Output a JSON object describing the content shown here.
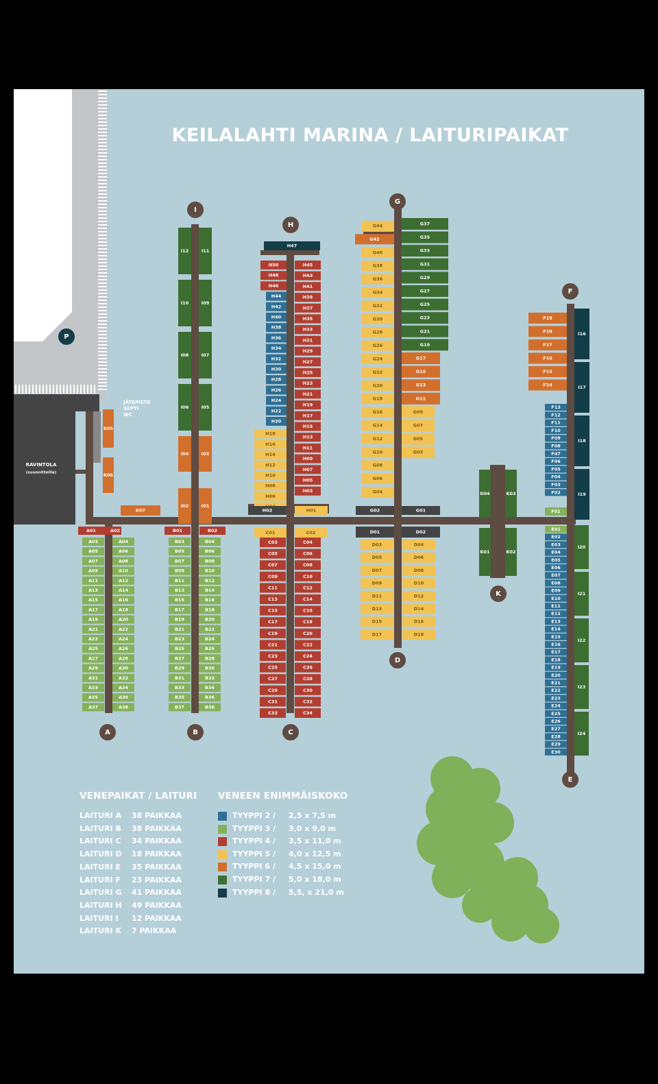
{
  "title": "KEILALAHTI MARINA / LAITURIPAIKAT",
  "colors": {
    "water": "#b5cfd9",
    "land": "#c3c6c8",
    "building": "#444444",
    "pier": "#5e4b41",
    "marker": "#5e4b41",
    "type2": "#2f6f94",
    "type3": "#86b15a",
    "type4": "#b13e30",
    "type5": "#f2c252",
    "type6": "#d36f2d",
    "type7": "#3c6e31",
    "type8": "#133d48",
    "tree": "#7fb05a"
  },
  "facilities": {
    "restaurant": "RAVINTOLA",
    "restaurant_note": "(suunnitteilla)",
    "services": [
      "JÄTEPISTE",
      "SEPTI",
      "WC"
    ],
    "parking": "P"
  },
  "pier_markers": [
    "A",
    "B",
    "C",
    "D",
    "E",
    "F",
    "G",
    "H",
    "I",
    "K"
  ],
  "legend": {
    "capacity_title": "VENEPAIKAT / LAITURI",
    "capacity": [
      {
        "pier": "LAITURI A",
        "count": "38 PAIKKAA"
      },
      {
        "pier": "LAITURI B",
        "count": "38 PAIKKAA"
      },
      {
        "pier": "LAITURI C",
        "count": "34 PAIKKAA"
      },
      {
        "pier": "LAITURI D",
        "count": "18 PAIKKAA"
      },
      {
        "pier": "LAITURI E",
        "count": "35 PAIKKAA"
      },
      {
        "pier": "LAITURI F",
        "count": "23 PAIKKAA"
      },
      {
        "pier": "LAITURI G",
        "count": "41 PAIKKAA"
      },
      {
        "pier": "LAITURI H",
        "count": "49 PAIKKAA"
      },
      {
        "pier": "LAITURI I",
        "count": "12 PAIKKAA"
      },
      {
        "pier": "LAITURI K",
        "count": "7 PAIKKAA"
      }
    ],
    "types_title": "VENEEN ENIMMÄISKOKO",
    "types": [
      {
        "name": "TYYPPI 2",
        "dims": "2,5 x 7,5 m",
        "color": "#2f6f94"
      },
      {
        "name": "TYYPPI 3",
        "dims": "3,0 x 9,0 m",
        "color": "#86b15a"
      },
      {
        "name": "TYYPPI 4",
        "dims": "3,5 x 11,0 m",
        "color": "#b13e30"
      },
      {
        "name": "TYYPPI 5",
        "dims": "4,0 x 12,5 m",
        "color": "#f2c252"
      },
      {
        "name": "TYYPPI 6",
        "dims": "4,5 x 15,0 m",
        "color": "#d36f2d"
      },
      {
        "name": "TYYPPI 7",
        "dims": "5,0 x 18,0 m",
        "color": "#3c6e31"
      },
      {
        "name": "TYYPPI 8",
        "dims": "5,5, x 21,0 m",
        "color": "#133d48"
      }
    ]
  },
  "berths": {
    "A_left": [
      "A03",
      "A05",
      "A07",
      "A09",
      "A11",
      "A13",
      "A15",
      "A17",
      "A19",
      "A21",
      "A23",
      "A25",
      "A27",
      "A29",
      "A31",
      "A33",
      "A35",
      "A37"
    ],
    "A_right": [
      "A04",
      "A06",
      "A08",
      "A10",
      "A12",
      "A14",
      "A16",
      "A18",
      "A20",
      "A22",
      "A24",
      "A26",
      "A28",
      "A30",
      "A32",
      "A34",
      "A36",
      "A38"
    ],
    "B_left": [
      "B03",
      "B05",
      "B07",
      "B09",
      "B11",
      "B13",
      "B15",
      "B17",
      "B19",
      "B21",
      "B23",
      "B25",
      "B27",
      "B29",
      "B31",
      "B33",
      "B35",
      "B37"
    ],
    "B_right": [
      "B04",
      "B06",
      "B08",
      "B10",
      "B12",
      "B14",
      "B16",
      "B18",
      "B20",
      "B22",
      "B24",
      "B26",
      "B28",
      "B30",
      "B32",
      "B34",
      "B36",
      "B38"
    ],
    "C_left": [
      "C03",
      "C05",
      "C07",
      "C09",
      "C11",
      "C13",
      "C15",
      "C17",
      "C19",
      "C21",
      "C23",
      "C25",
      "C27",
      "C29",
      "C31",
      "C33"
    ],
    "C_right": [
      "C04",
      "C06",
      "C08",
      "C10",
      "C12",
      "C14",
      "C16",
      "C18",
      "C20",
      "C22",
      "C24",
      "C26",
      "C28",
      "C30",
      "C32",
      "C34"
    ],
    "D_left": [
      "D03",
      "D05",
      "D07",
      "D09",
      "D11",
      "D13",
      "D15",
      "D17"
    ],
    "D_right": [
      "D04",
      "D06",
      "D08",
      "D10",
      "D12",
      "D14",
      "D16",
      "D18"
    ],
    "E": [
      "E01",
      "E02",
      "E03",
      "E04",
      "E05",
      "E06",
      "E07",
      "E08",
      "E09",
      "E10",
      "E11",
      "E12",
      "E13",
      "E14",
      "E15",
      "E16",
      "E17",
      "E18",
      "E19",
      "E20",
      "E21",
      "E22",
      "E23",
      "E24",
      "E25",
      "E26",
      "E27",
      "E28",
      "E29",
      "E30"
    ],
    "I_lower": [
      "I20",
      "I21",
      "I22",
      "I23",
      "I24"
    ],
    "F_left_lower": [
      "F13",
      "F12",
      "F11",
      "F10",
      "F09",
      "F08",
      "F07",
      "F06",
      "F05",
      "F04",
      "F03",
      "F02"
    ],
    "F_left_upper": [
      "F19",
      "F18",
      "F17",
      "F16",
      "F15",
      "F14"
    ],
    "I_upper": [
      "I16",
      "I17",
      "I18",
      "I19"
    ],
    "G_left": [
      "G44",
      "G42",
      "G40",
      "G38",
      "G36",
      "G34",
      "G32",
      "G30",
      "G28",
      "G26",
      "G24",
      "G22",
      "G20",
      "G18",
      "G16",
      "G14",
      "G12",
      "G10",
      "G08",
      "G06",
      "G04"
    ],
    "G_right": [
      "G37",
      "G35",
      "G33",
      "G31",
      "G29",
      "G27",
      "G25",
      "G23",
      "G21",
      "G19",
      "G17",
      "G15",
      "G13",
      "G11",
      "G09",
      "G07",
      "G05",
      "G03"
    ],
    "H_left": [
      "H50",
      "H48",
      "H46",
      "H44",
      "H42",
      "H40",
      "H38",
      "H36",
      "H34",
      "H32",
      "H30",
      "H28",
      "H26",
      "H24",
      "H22",
      "H20",
      "H18",
      "H16",
      "H14",
      "H12",
      "H10",
      "H08",
      "H06",
      "H04"
    ],
    "H_right": [
      "H45",
      "H43",
      "H41",
      "H39",
      "H37",
      "H35",
      "H33",
      "H31",
      "H29",
      "H27",
      "H25",
      "H23",
      "H21",
      "H19",
      "H17",
      "H15",
      "H13",
      "H11",
      "H09",
      "H07",
      "H05",
      "H03"
    ],
    "I_left": [
      "I12",
      "I10",
      "I08",
      "I06",
      "I04",
      "I02"
    ],
    "I_right": [
      "I11",
      "I09",
      "I07",
      "I05",
      "I03",
      "I01"
    ],
    "K": [
      "K05",
      "K06",
      "K07",
      "K04",
      "K03",
      "K01",
      "K02"
    ],
    "main": [
      "A01",
      "A02",
      "B01",
      "B02",
      "C01",
      "C02",
      "D01",
      "D02",
      "H01",
      "H02",
      "G01",
      "G02",
      "F01",
      "H47"
    ]
  }
}
